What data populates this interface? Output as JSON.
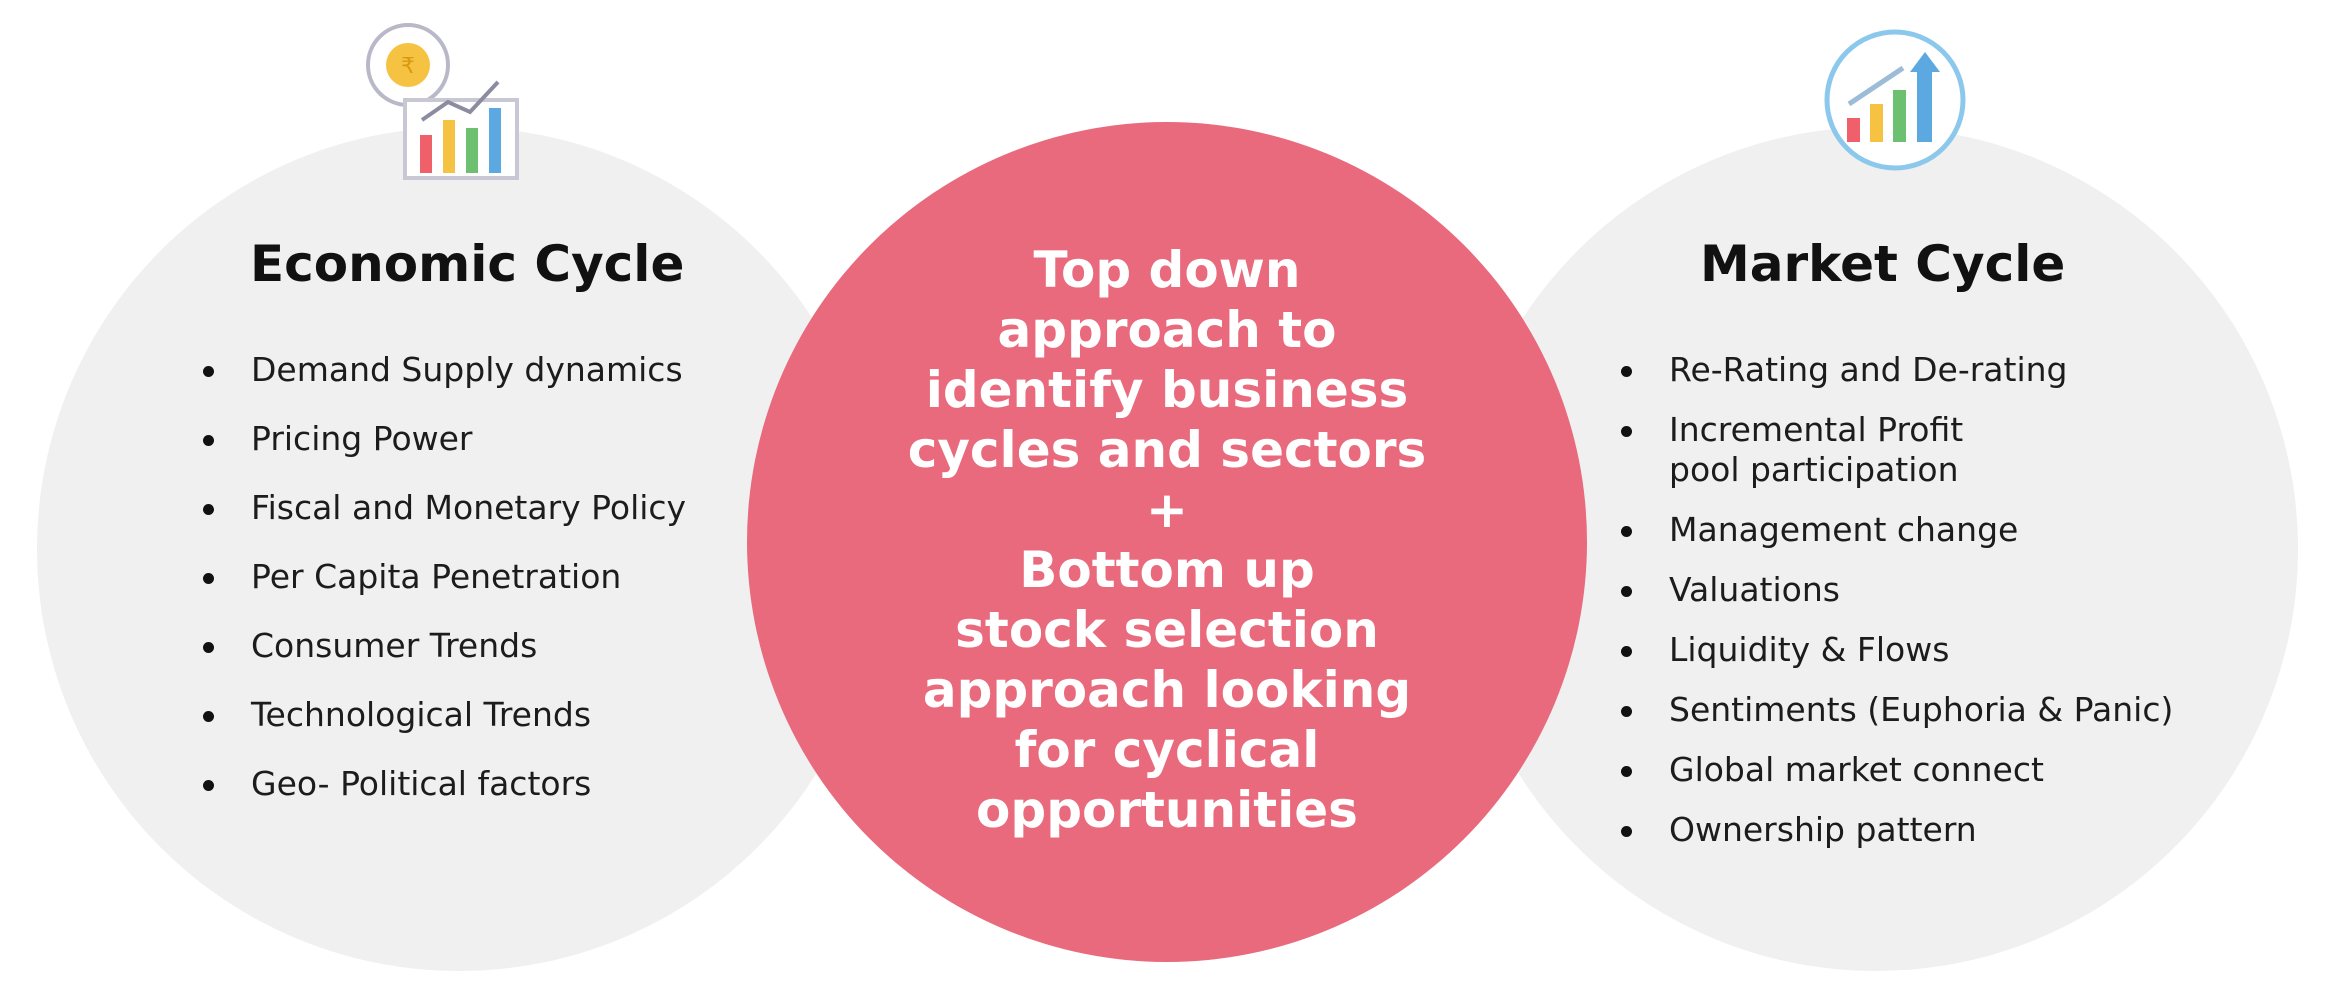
{
  "left": {
    "title": "Economic Cycle",
    "items": [
      "Demand Supply dynamics",
      "Pricing Power",
      "Fiscal and Monetary Policy",
      "Per Capita Penetration",
      "Consumer Trends",
      "Technological Trends",
      "Geo- Political factors"
    ],
    "icon": "economy-chart-icon"
  },
  "center": {
    "lines": [
      "Top down",
      "approach to",
      "identify business",
      "cycles and sectors",
      "+",
      "Bottom up",
      "stock selection",
      "approach looking",
      "for cyclical",
      "opportunities"
    ],
    "color": "#e86a7c"
  },
  "right": {
    "title": "Market Cycle",
    "items": [
      "Re-Rating and De-rating",
      "Incremental Profit",
      "pool participation",
      "Management change",
      "Valuations",
      "Liquidity & Flows",
      "Sentiments (Euphoria & Panic)",
      "Global market connect",
      "Ownership pattern"
    ],
    "icon": "market-growth-icon"
  },
  "colors": {
    "side_circle": "#f0f0f0",
    "center_circle": "#e86a7c"
  }
}
